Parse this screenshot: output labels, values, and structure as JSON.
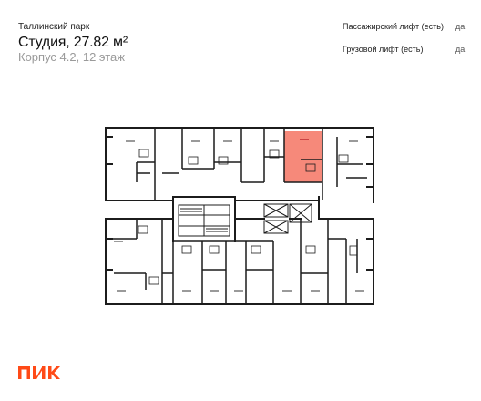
{
  "header": {
    "complex_name": "Таллинский парк",
    "apartment_title": "Студия, 27.82 м²",
    "building_info": "Корпус 4.2, 12 этаж"
  },
  "features": [
    {
      "label": "Пассажирский лифт (есть)",
      "value": "да"
    },
    {
      "label": "Грузовой лифт (есть)",
      "value": "да"
    }
  ],
  "brand": {
    "name": "ПИК",
    "color": "#ff4a17"
  },
  "colors": {
    "highlight": "#f6897a",
    "walls": "#1c1c1c"
  }
}
